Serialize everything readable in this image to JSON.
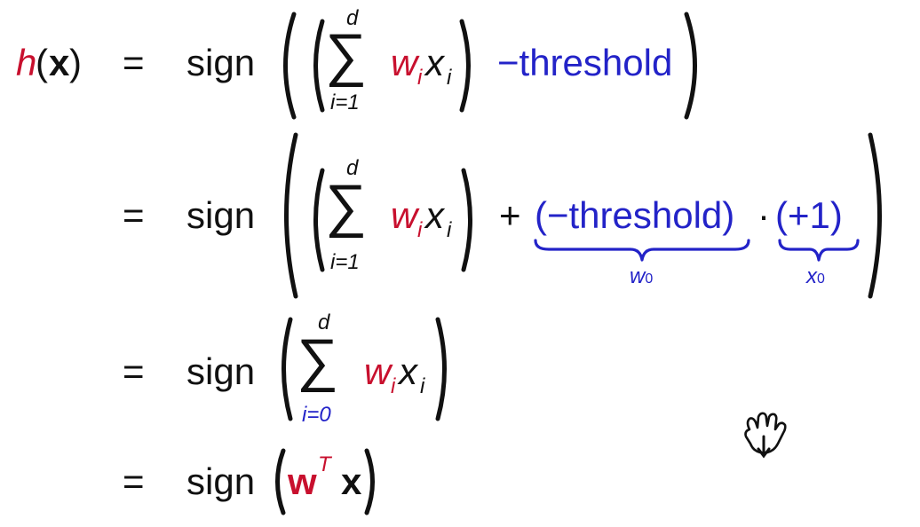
{
  "colors": {
    "red": "#c8102e",
    "blue": "#2323c8",
    "text": "#111111"
  },
  "equation": {
    "lhs": {
      "func": "h",
      "open": "(",
      "arg": "x",
      "close": ")"
    },
    "eq": "=",
    "sign": "sign",
    "sum": {
      "symbol": "∑",
      "upper": "d",
      "lower1": "i=1",
      "lower0": "i=0"
    },
    "w": "w",
    "i": "i",
    "x": "x",
    "minus_threshold": "−threshold",
    "plus": "+",
    "neg_threshold_paren": "(−threshold)",
    "dot": "·",
    "plus_one_paren": "(+1)",
    "w0": {
      "w": "w",
      "sub": "0"
    },
    "x0": {
      "x": "x",
      "sub": "0"
    },
    "wT": {
      "w": "w",
      "sup": "T"
    }
  },
  "cursor": {
    "icon": "hand-grab-icon"
  }
}
